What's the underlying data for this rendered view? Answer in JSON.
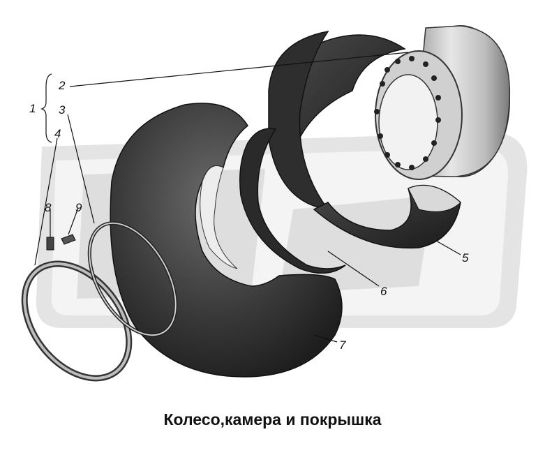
{
  "caption": "Колесо,камера и покрышка",
  "callouts": {
    "c1": "1",
    "c2": "2",
    "c3": "3",
    "c4": "4",
    "c5": "5",
    "c6": "6",
    "c7": "7",
    "c8": "8",
    "c9": "9"
  },
  "colors": {
    "watermark": "#d9d9d9",
    "tire_dark": "#2c2c2c",
    "tire_mid": "#5a5a5a",
    "rim_light": "#c8c8c8",
    "line": "#111111"
  }
}
